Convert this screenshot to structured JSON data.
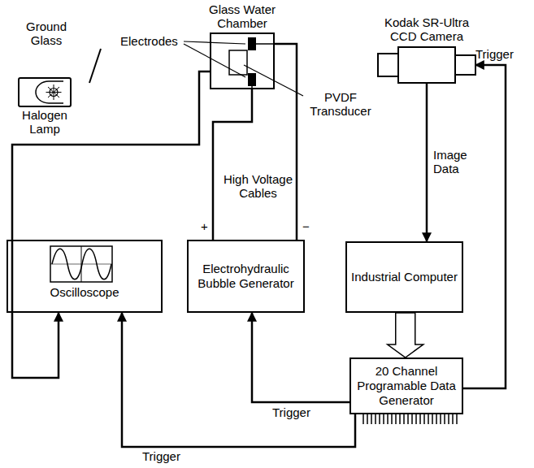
{
  "diagram": {
    "nodes": [
      {
        "text": [
          "Halogen Lamp"
        ]
      },
      {
        "text": [
          "Glass Water Chamber"
        ]
      },
      {
        "text": [
          "Kodak SR-Ultra CCD Camera"
        ]
      },
      {
        "text": [
          "Oscilloscope"
        ]
      },
      {
        "text": [
          "Electrohydraulic Bubble Generator"
        ]
      },
      {
        "text": [
          "Industrial Computer"
        ]
      },
      {
        "text": [
          "20 Channel Programable Data Generator"
        ]
      }
    ],
    "edges": [
      {
        "from": 1,
        "to": 3,
        "arrow": "to"
      },
      {
        "from": 4,
        "to": 1,
        "arrow": "none"
      },
      {
        "from": 4,
        "to": 1,
        "arrow": "none"
      },
      {
        "from": 2,
        "to": 5,
        "label": "Image Data",
        "arrow": "to"
      },
      {
        "from": 5,
        "to": 6,
        "arrow": "to"
      },
      {
        "from": 6,
        "to": 3,
        "label": "Trigger",
        "arrow": "to"
      },
      {
        "from": 6,
        "to": 4,
        "label": "Trigger",
        "arrow": "to"
      },
      {
        "from": 6,
        "to": 2,
        "label": "Trigger",
        "arrow": "to"
      }
    ],
    "labels": [
      "Ground Glass",
      "Electrodes",
      "PVDF Transducer",
      "High Voltage Cables",
      "+",
      "−"
    ]
  }
}
